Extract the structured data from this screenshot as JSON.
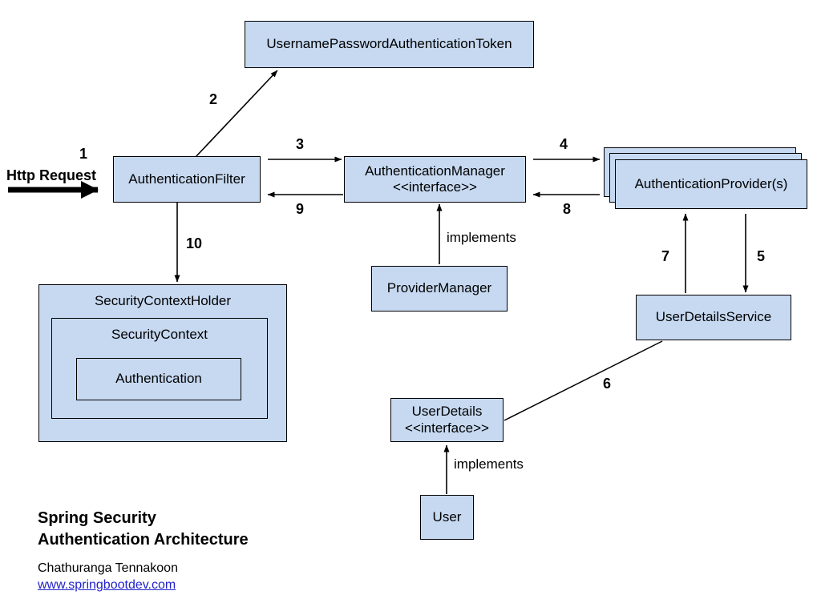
{
  "diagram": {
    "title_line1": "Spring Security",
    "title_line2": "Authentication Architecture",
    "author": "Chathuranga Tennakoon",
    "website": "www.springbootdev.com",
    "colors": {
      "box_fill": "#c6d9f1",
      "box_stroke": "#000000",
      "link": "#2222cc",
      "background": "#ffffff"
    }
  },
  "nodes": {
    "token": {
      "label": "UsernamePasswordAuthenticationToken"
    },
    "auth_filter": {
      "label": "AuthenticationFilter"
    },
    "auth_manager": {
      "label": "AuthenticationManager\n<<interface>>"
    },
    "auth_provider": {
      "label": "AuthenticationProvider(s)"
    },
    "provider_manager": {
      "label": "ProviderManager"
    },
    "user_details_service": {
      "label": "UserDetailsService"
    },
    "user_details": {
      "label": "UserDetails\n<<interface>>"
    },
    "user": {
      "label": "User"
    },
    "security_context_holder": {
      "label": "SecurityContextHolder"
    },
    "security_context": {
      "label": "SecurityContext"
    },
    "authentication": {
      "label": "Authentication"
    }
  },
  "edges": {
    "http_request": "Http Request",
    "step1": "1",
    "step2": "2",
    "step3": "3",
    "step4": "4",
    "step5": "5",
    "step6": "6",
    "step7": "7",
    "step8": "8",
    "step9": "9",
    "step10": "10",
    "implements_manager": "implements",
    "implements_user": "implements"
  }
}
